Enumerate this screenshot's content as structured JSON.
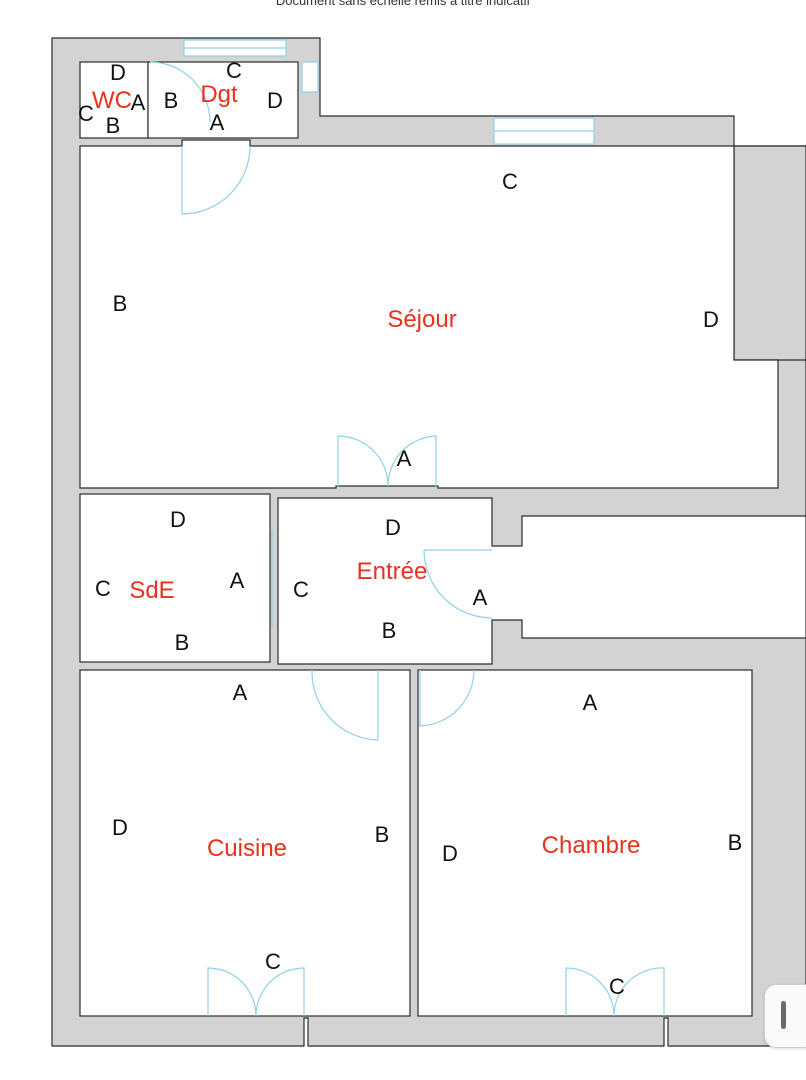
{
  "caption": "Document sans échelle remis à titre indicatif",
  "rooms": {
    "wc": "WC",
    "dgt": "Dgt",
    "sejour": "Séjour",
    "sde": "SdE",
    "entree": "Entrée",
    "cuisine": "Cuisine",
    "chambre": "Chambre"
  },
  "walls": {
    "wc": [
      "D",
      "A",
      "C",
      "B"
    ],
    "dgt": [
      "B",
      "C",
      "D",
      "A"
    ],
    "sejour": [
      "C",
      "B",
      "D",
      "A"
    ],
    "sde": [
      "D",
      "C",
      "A",
      "B"
    ],
    "entree": [
      "D",
      "C",
      "A",
      "B"
    ],
    "cuisine": [
      "A",
      "D",
      "B",
      "C"
    ],
    "chambre": [
      "A",
      "D",
      "B",
      "C"
    ]
  },
  "colors": {
    "wall_fill": "#d3d3d3",
    "room_label": "#e8321e",
    "opening": "#8fd1e6"
  }
}
